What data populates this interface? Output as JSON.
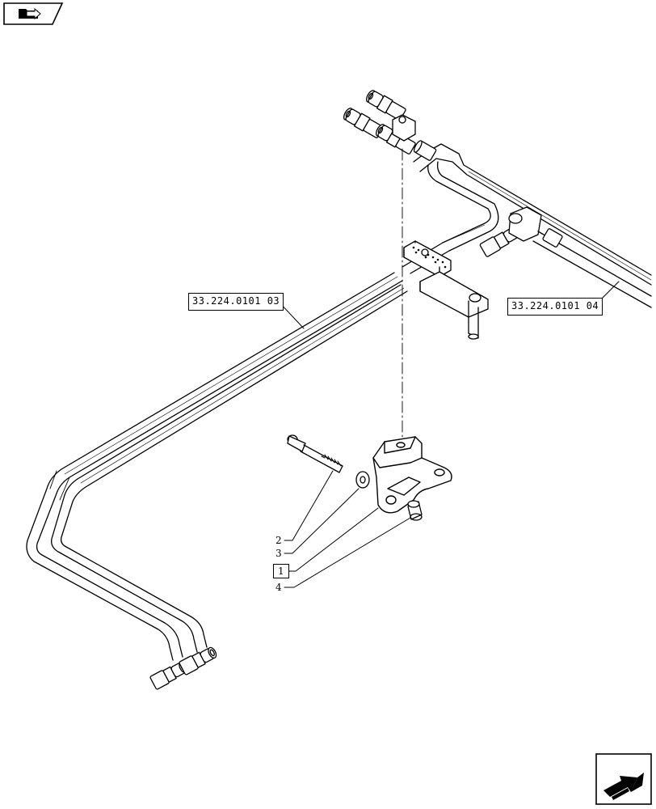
{
  "references": {
    "left_ref": "33.224.0101 03",
    "right_ref": "33.224.0101 04"
  },
  "callouts": [
    {
      "id": "item-2",
      "label": "2",
      "boxed": false
    },
    {
      "id": "item-3",
      "label": "3",
      "boxed": false
    },
    {
      "id": "item-1",
      "label": "1",
      "boxed": true
    },
    {
      "id": "item-4",
      "label": "4",
      "boxed": false
    }
  ],
  "icons": {
    "top_left": "folder-arrow-icon",
    "bottom_right": "next-page-arrow-icon"
  },
  "colors": {
    "line": "#000000",
    "background": "#ffffff"
  }
}
